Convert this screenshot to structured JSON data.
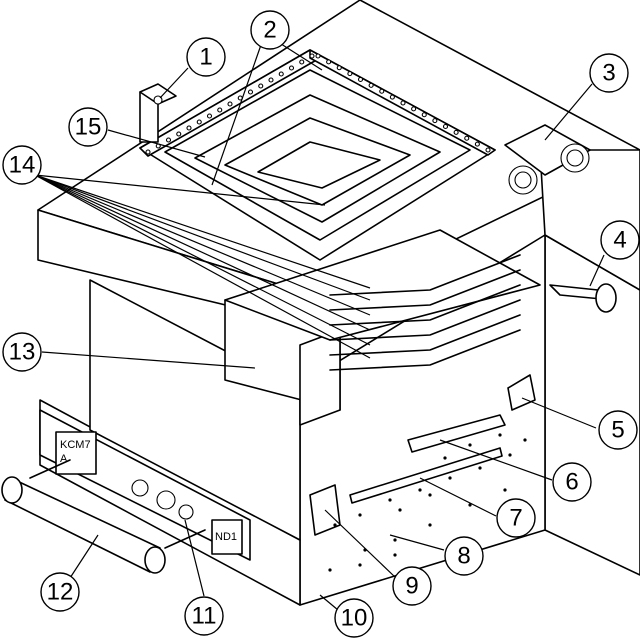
{
  "callouts": [
    "1",
    "2",
    "3",
    "4",
    "5",
    "6",
    "7",
    "8",
    "9",
    "10",
    "11",
    "12",
    "13",
    "14",
    "15"
  ],
  "plate_texts": [
    "KCM7",
    "A",
    "ND1"
  ]
}
